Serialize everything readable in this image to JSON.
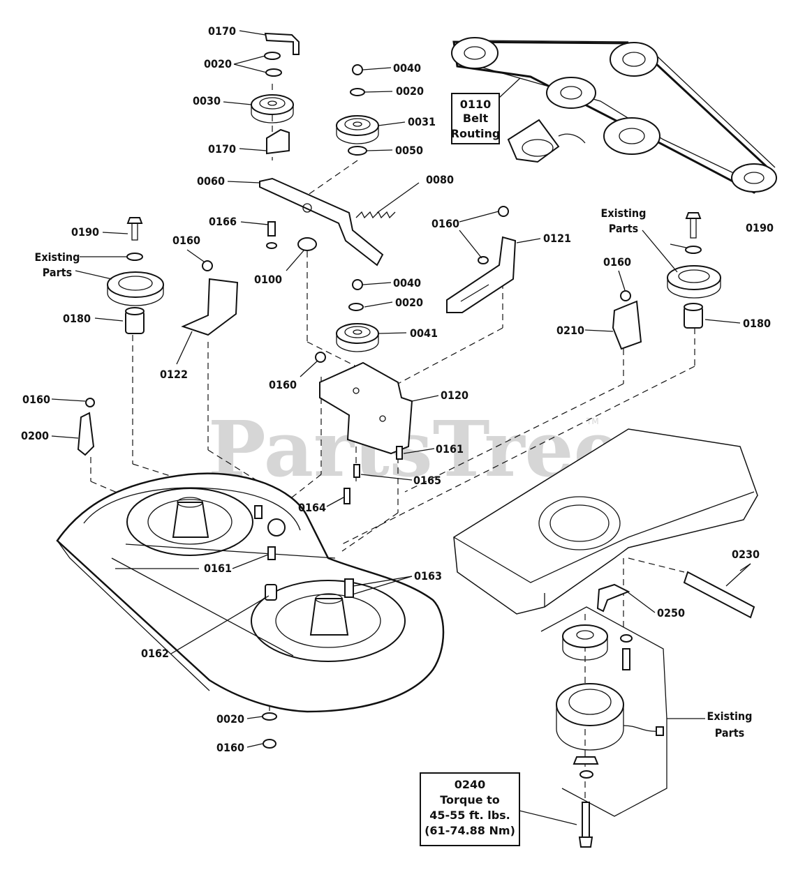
{
  "watermark": {
    "text": "PartsTree",
    "trademark": "TM"
  },
  "callouts": {
    "c0170a": "0170",
    "c0020a": "0020",
    "c0030": "0030",
    "c0170b": "0170",
    "c0040a": "0040",
    "c0020b": "0020",
    "c0031": "0031",
    "c0050": "0050",
    "c0060": "0060",
    "c0080": "0080",
    "c0166": "0166",
    "c0100": "0100",
    "c0190a": "0190",
    "c0180a": "0180",
    "c0160a": "0160",
    "c0122": "0122",
    "c0040b": "0040",
    "c0020c": "0020",
    "c0041": "0041",
    "c0160b": "0160",
    "c0121": "0121",
    "c0160c": "0160",
    "c0120": "0120",
    "c0161a": "0161",
    "c0165": "0165",
    "c0164": "0164",
    "c0160d": "0160",
    "c0210": "0210",
    "c0190b": "0190",
    "c0180b": "0180",
    "c0160e": "0160",
    "c0200": "0200",
    "c0161b": "0161",
    "c0163": "0163",
    "c0162": "0162",
    "c0230": "0230",
    "c0250": "0250",
    "c0020d": "0020",
    "c0160f": "0160"
  },
  "existing_parts": {
    "left": [
      "Existing",
      "Parts"
    ],
    "right": [
      "Existing",
      "Parts"
    ],
    "bottom": [
      "Existing",
      "Parts"
    ]
  },
  "belt_box": {
    "lines": [
      "0110",
      "Belt",
      "Routing"
    ]
  },
  "torque_box": {
    "lines": [
      "0240",
      "Torque to",
      "45-55 ft. lbs.",
      "(61-74.88 Nm)"
    ]
  }
}
